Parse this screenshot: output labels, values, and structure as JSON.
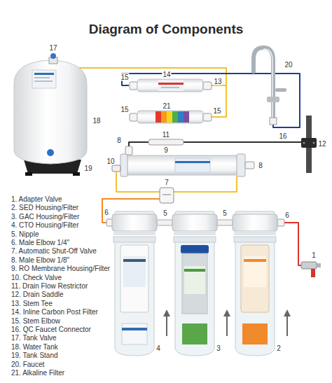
{
  "diagram": {
    "title": "Diagram of Components",
    "labels": [
      "17",
      "20",
      "15",
      "14",
      "13",
      "21",
      "15",
      "15",
      "18",
      "16",
      "11",
      "8",
      "12",
      "9",
      "10",
      "8",
      "19",
      "7",
      "6",
      "5",
      "5",
      "6",
      "1",
      "4",
      "3",
      "2",
      "1. Adapter Valve",
      "2. SED Housing/Filter",
      "3. GAC Housing/Filter",
      "4. CTO Housing/Filter",
      "5. Nipple",
      "6. Male Elbow 1/4\"",
      "7. Automatic Shut-Off Valve",
      "8. Male Elbow 1/8\"",
      "9. RO Membrane Housing/Filter",
      "10. Check Valve",
      "11. Drain Flow Restrictor",
      "12. Drain Saddle",
      "13. Stem Tee",
      "14. Inline Carbon Post Filter",
      "15. Stem Elbow",
      "16. QC Faucet Connector",
      "17. Tank Valve",
      "18. Water Tank",
      "19. Tank Stand",
      "20. Faucet",
      "21. Alkaline Filter"
    ]
  }
}
